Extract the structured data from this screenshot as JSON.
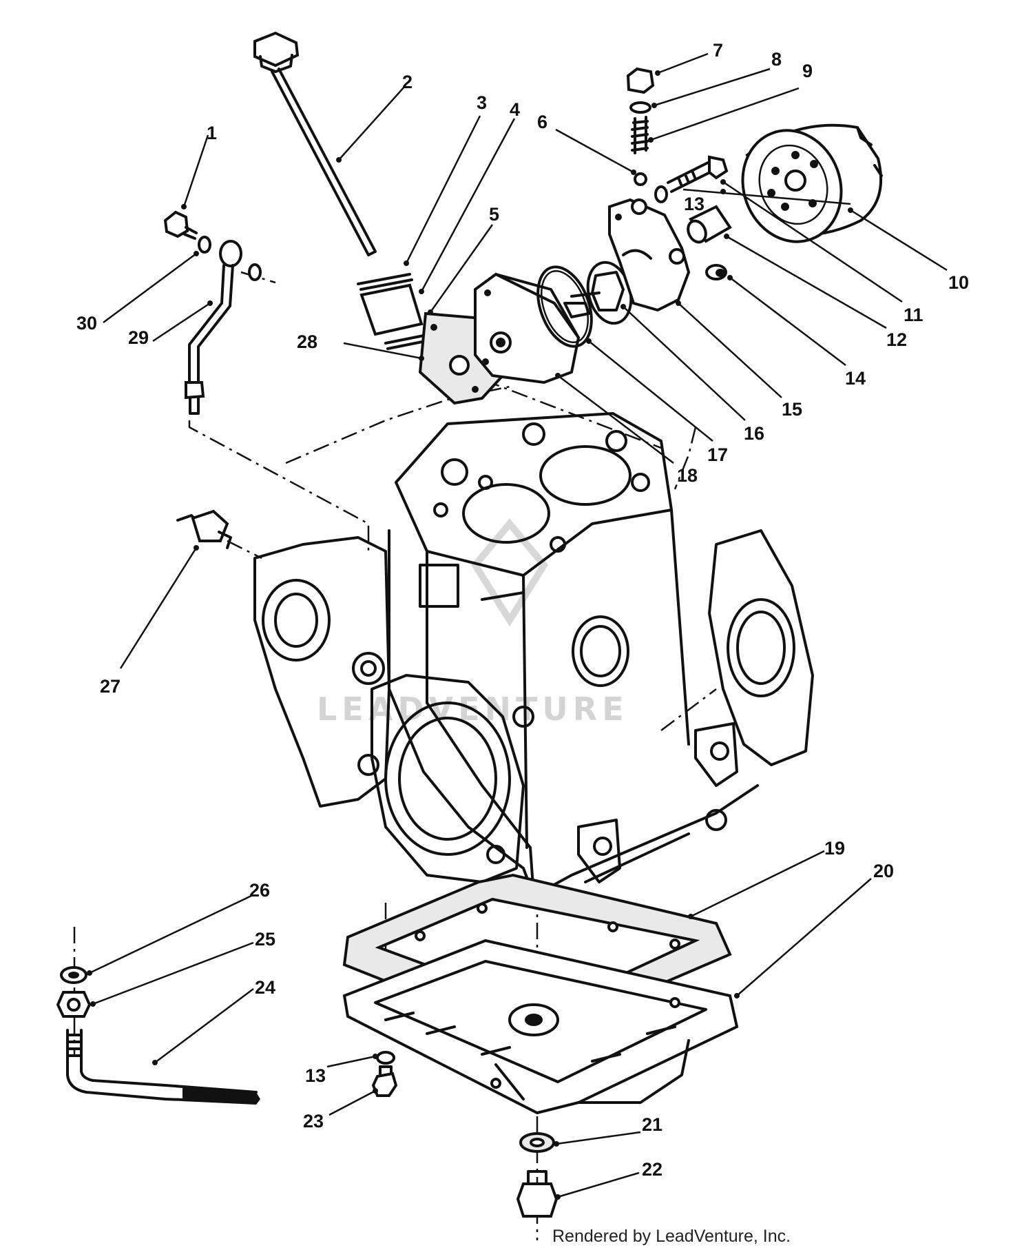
{
  "watermark": "LEADVENTURE",
  "footer": "Rendered by LeadVenture, Inc.",
  "callouts": [
    {
      "id": "1",
      "label": "1"
    },
    {
      "id": "2",
      "label": "2"
    },
    {
      "id": "3",
      "label": "3"
    },
    {
      "id": "4",
      "label": "4"
    },
    {
      "id": "5",
      "label": "5"
    },
    {
      "id": "6",
      "label": "6"
    },
    {
      "id": "7",
      "label": "7"
    },
    {
      "id": "8",
      "label": "8"
    },
    {
      "id": "9",
      "label": "9"
    },
    {
      "id": "10",
      "label": "10"
    },
    {
      "id": "11",
      "label": "11"
    },
    {
      "id": "12",
      "label": "12"
    },
    {
      "id": "13a",
      "label": "13"
    },
    {
      "id": "13b",
      "label": "13"
    },
    {
      "id": "14",
      "label": "14"
    },
    {
      "id": "15",
      "label": "15"
    },
    {
      "id": "16",
      "label": "16"
    },
    {
      "id": "17",
      "label": "17"
    },
    {
      "id": "18",
      "label": "18"
    },
    {
      "id": "19",
      "label": "19"
    },
    {
      "id": "20",
      "label": "20"
    },
    {
      "id": "21",
      "label": "21"
    },
    {
      "id": "22",
      "label": "22"
    },
    {
      "id": "23",
      "label": "23"
    },
    {
      "id": "24",
      "label": "24"
    },
    {
      "id": "25",
      "label": "25"
    },
    {
      "id": "26",
      "label": "26"
    },
    {
      "id": "27",
      "label": "27"
    },
    {
      "id": "28",
      "label": "28"
    },
    {
      "id": "29",
      "label": "29"
    },
    {
      "id": "30",
      "label": "30"
    }
  ]
}
